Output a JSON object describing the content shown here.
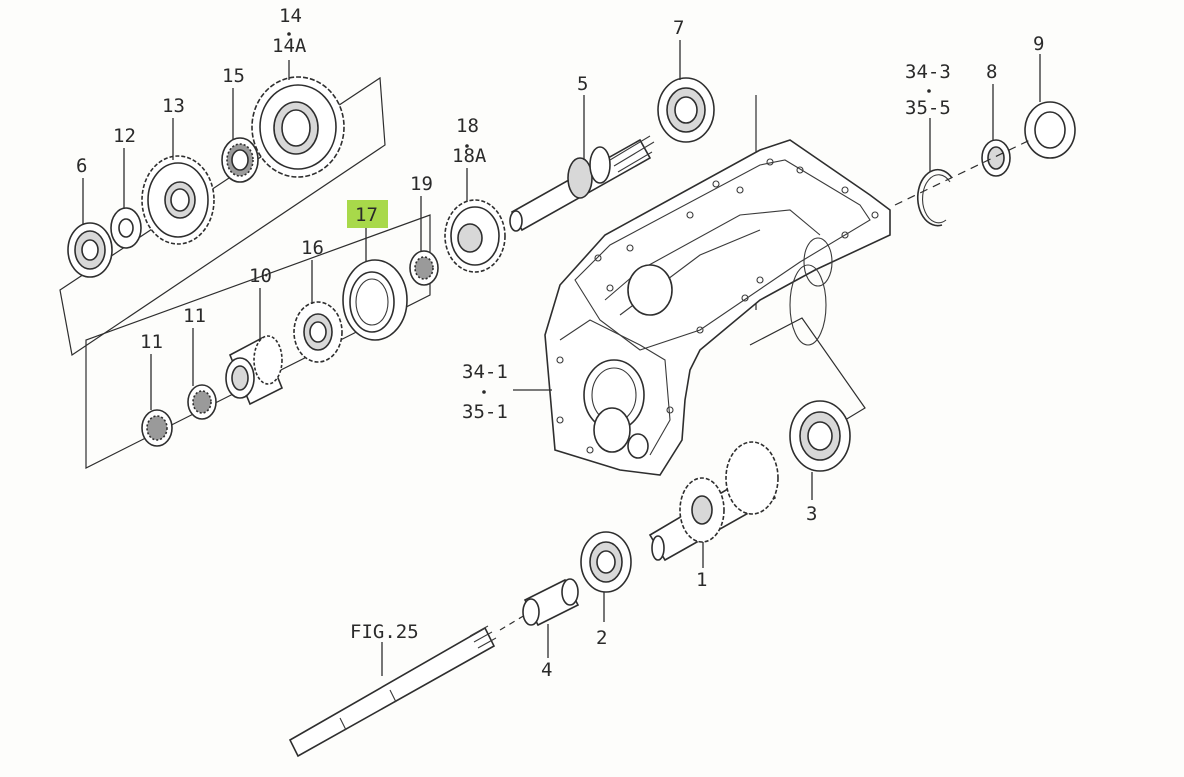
{
  "figure_ref": "FIG.25",
  "highlighted_part": "17",
  "highlight_color": "#a8d94a",
  "callouts": [
    {
      "id": "c1",
      "lines": [
        "1"
      ]
    },
    {
      "id": "c2",
      "lines": [
        "2"
      ]
    },
    {
      "id": "c3",
      "lines": [
        "3"
      ]
    },
    {
      "id": "c4",
      "lines": [
        "4"
      ]
    },
    {
      "id": "c5",
      "lines": [
        "5"
      ]
    },
    {
      "id": "c6",
      "lines": [
        "6"
      ]
    },
    {
      "id": "c7",
      "lines": [
        "7"
      ]
    },
    {
      "id": "c8",
      "lines": [
        "8"
      ]
    },
    {
      "id": "c9",
      "lines": [
        "9"
      ]
    },
    {
      "id": "c10",
      "lines": [
        "10"
      ]
    },
    {
      "id": "c11a",
      "lines": [
        "11"
      ]
    },
    {
      "id": "c11b",
      "lines": [
        "11"
      ]
    },
    {
      "id": "c12",
      "lines": [
        "12"
      ]
    },
    {
      "id": "c13",
      "lines": [
        "13"
      ]
    },
    {
      "id": "c14",
      "lines": [
        "14",
        "14A"
      ]
    },
    {
      "id": "c15",
      "lines": [
        "15"
      ]
    },
    {
      "id": "c16",
      "lines": [
        "16"
      ]
    },
    {
      "id": "c17",
      "lines": [
        "17"
      ]
    },
    {
      "id": "c18",
      "lines": [
        "18",
        "18A"
      ]
    },
    {
      "id": "c19",
      "lines": [
        "19"
      ]
    },
    {
      "id": "c34-1",
      "lines": [
        "34-1",
        "35-1"
      ]
    },
    {
      "id": "c34-3",
      "lines": [
        "34-3",
        "35-5"
      ]
    }
  ]
}
